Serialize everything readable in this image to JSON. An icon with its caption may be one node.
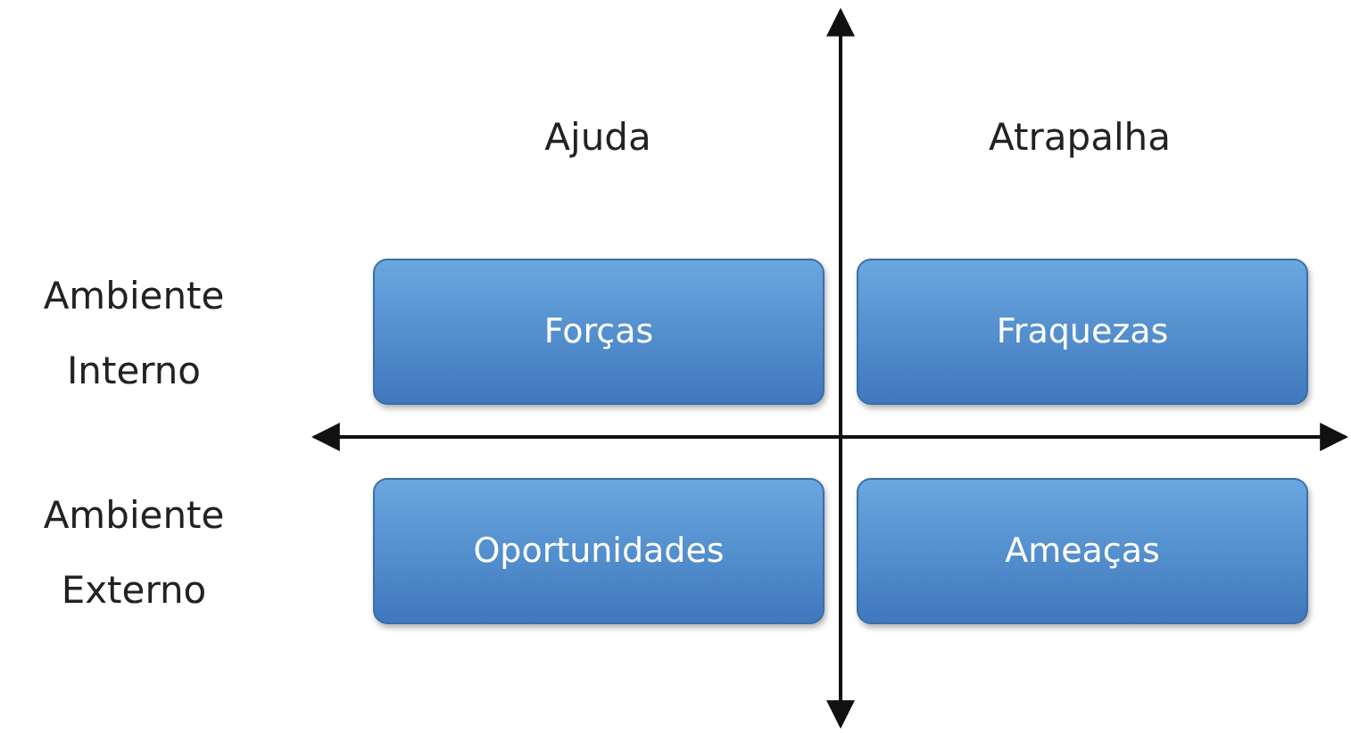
{
  "diagram": {
    "nodes": [
      {
        "text": [
          "Forças"
        ]
      },
      {
        "text": [
          "Fraquezas"
        ]
      },
      {
        "text": [
          "Oportunidades"
        ]
      },
      {
        "text": [
          "Ameaças"
        ]
      }
    ],
    "labels": [
      "Ajuda",
      "Atrapalha",
      "Ambiente Interno",
      "Ambiente Externo"
    ]
  }
}
